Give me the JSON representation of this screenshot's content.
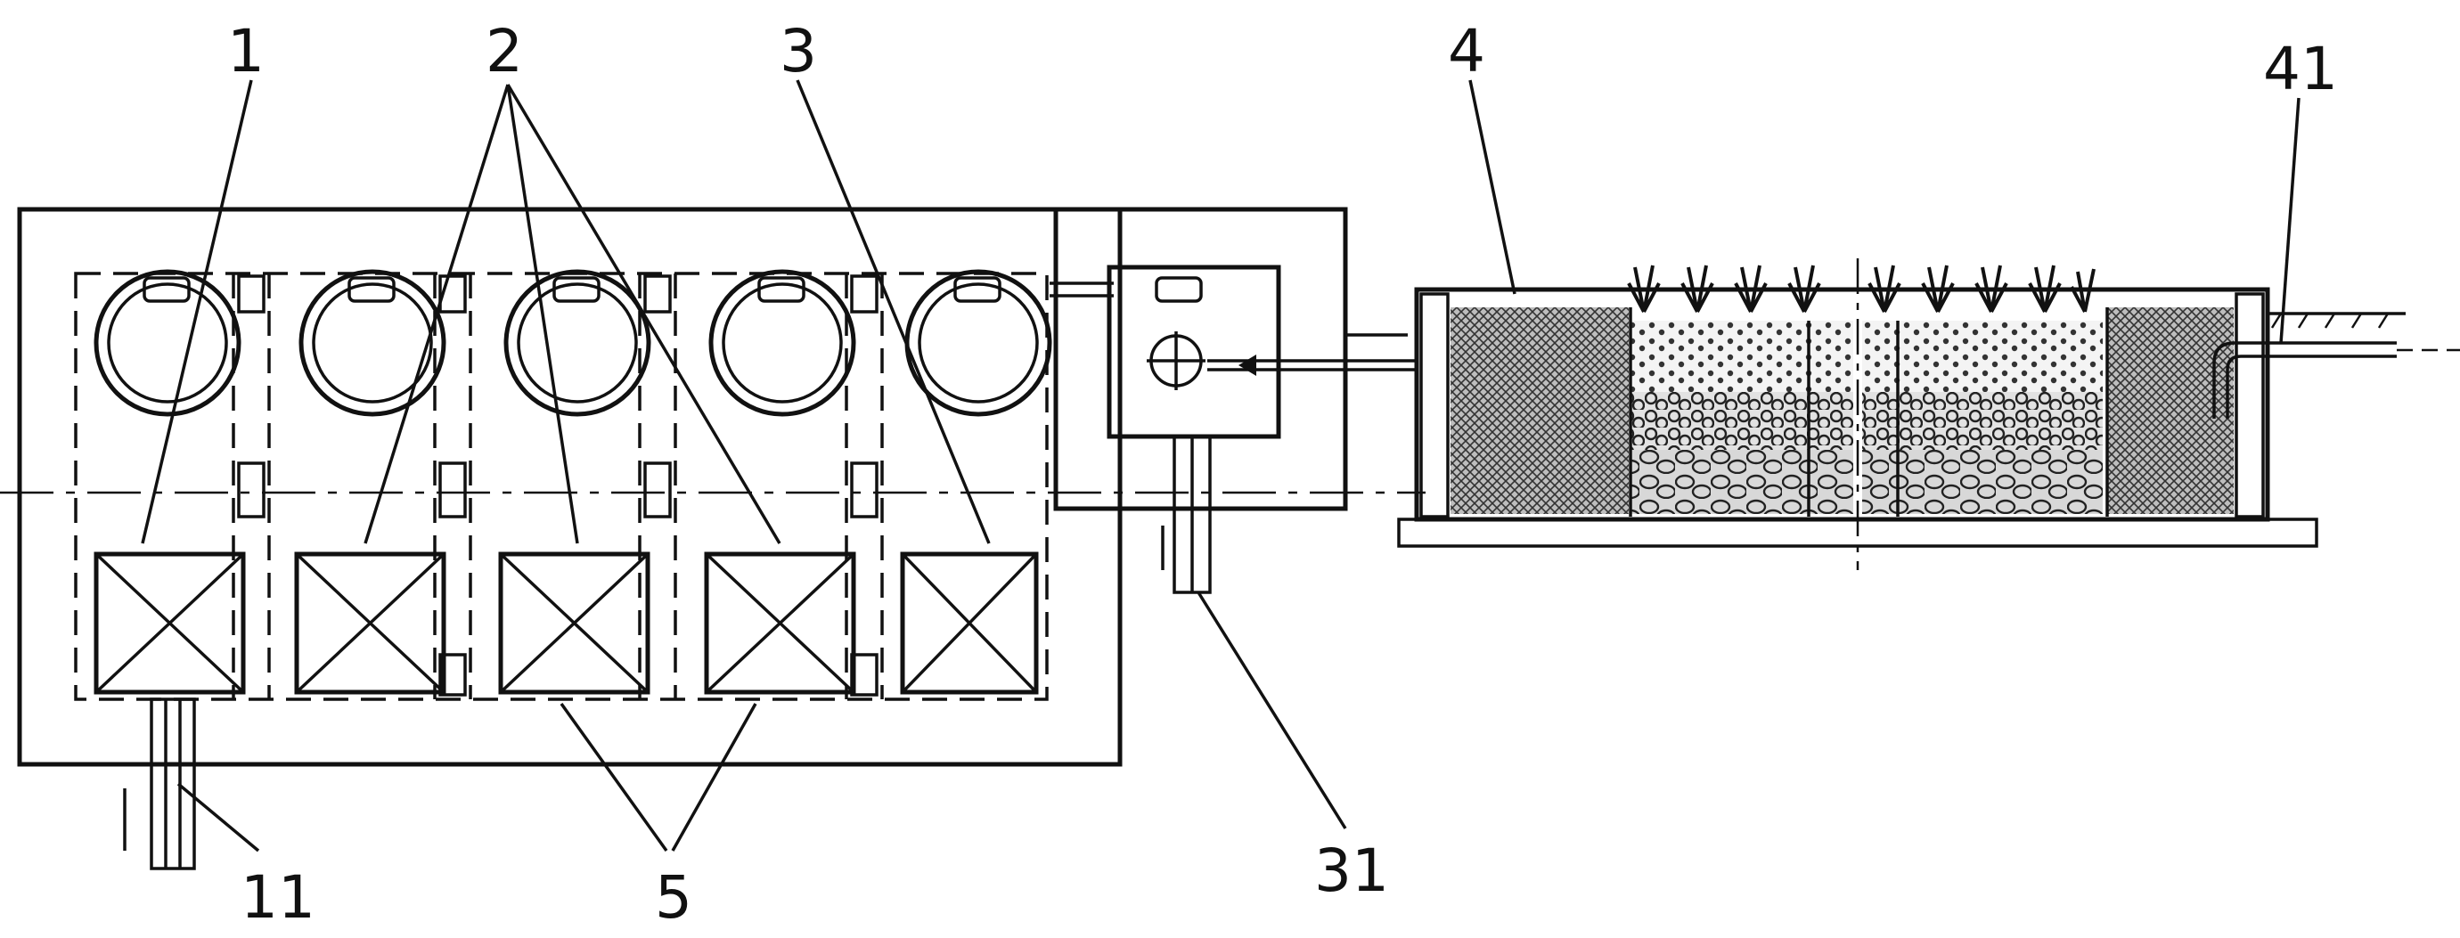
{
  "labels": {
    "tank_1": "1",
    "tanks_2": "2",
    "tank_3": "3",
    "bed_4": "4",
    "pipe_41": "41",
    "inlet_11": "11",
    "pipe_31": "31",
    "boxes_5": "5"
  },
  "colors": {
    "stroke": "#111111",
    "background": "#ffffff",
    "fill_dark": "#6e6e6e",
    "fill_light": "#cfcfcf"
  }
}
